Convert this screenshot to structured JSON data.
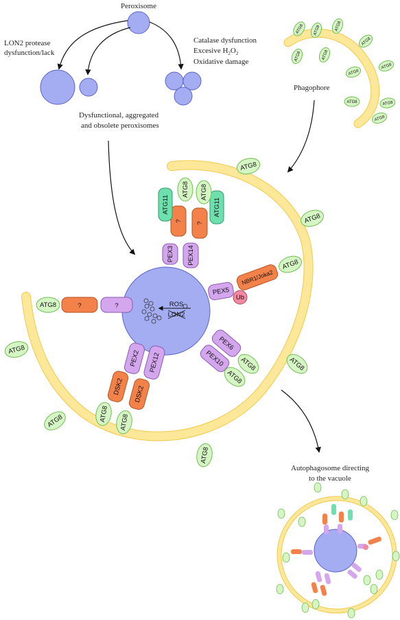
{
  "labels": {
    "peroxisome": "Peroxisome",
    "lon2_line1": "LON2 protease",
    "lon2_line2": "dysfunction/lack",
    "catalase_line1": "Catalase dysfunction",
    "catalase_line2_pre": "Excesive H",
    "catalase_line2_sub1": "2",
    "catalase_line2_mid": "O",
    "catalase_line2_sub2": "2",
    "catalase_line3": "Oxidative damage",
    "dysfunctional_line1": "Dysfunctional, aggregated",
    "dysfunctional_line2": "and obsolete peroxisomes",
    "phagophore": "Phagophore",
    "autophagosome_line1": "Autophagosome directing",
    "autophagosome_line2": "to the vacuole",
    "ros": "ROS",
    "lon2": "LON2"
  },
  "proteins": {
    "atg8": "ATG8",
    "atg11": "ATG11",
    "unknown": "?",
    "pex3": "PEX3",
    "pex14": "PEX14",
    "pex5": "PEX5",
    "ub": "Ub",
    "nbr1": "NBR1/Joka2",
    "pex6": "PEX6",
    "pex10": "PEX10",
    "pex2": "PEX2",
    "pex12": "PEX12",
    "dsk2": "DSK2"
  },
  "colors": {
    "peroxisome_fill": "#a4adf1",
    "peroxisome_stroke": "#5a63c8",
    "membrane_fill": "#fde89a",
    "membrane_stroke": "#f2c94a",
    "atg8_fill": "#d6f5c4",
    "atg8_stroke": "#6fbf52",
    "atg11_fill": "#6ee0ad",
    "unknown_fill": "#f2824a",
    "pex_fill": "#d3a6ee",
    "ub_fill": "#f08aa0"
  }
}
